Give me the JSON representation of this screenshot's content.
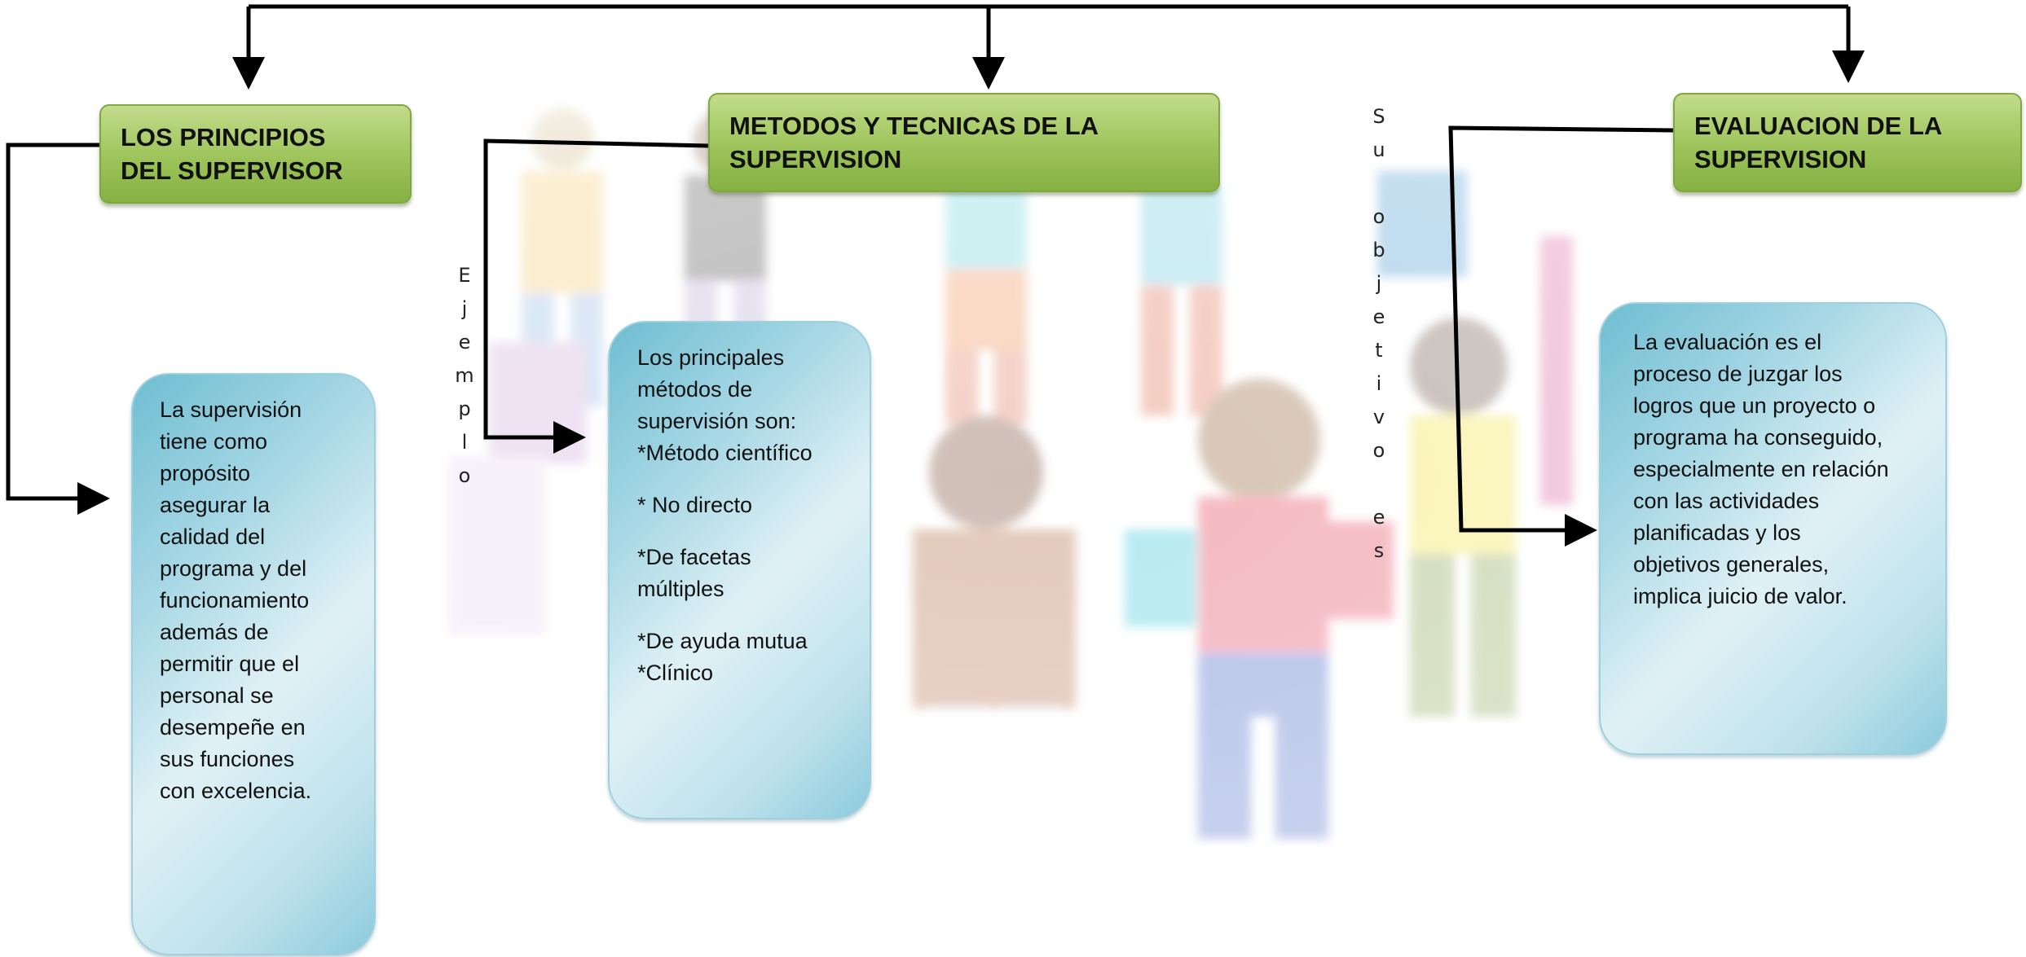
{
  "headers": [
    {
      "id": "principles",
      "title": "LOS PRINCIPIOS\nDEL SUPERVISOR"
    },
    {
      "id": "methods",
      "title": "METODOS Y TECNICAS DE LA\nSUPERVISION"
    },
    {
      "id": "evaluation",
      "title": "EVALUACION DE LA\nSUPERVISION"
    }
  ],
  "principles_box": {
    "lines": [
      "La supervisión",
      "tiene como",
      "propósito",
      "asegurar la",
      "calidad del",
      "programa y del",
      "funcionamiento",
      "además de",
      "permitir que el",
      "personal se",
      "desempeñe en",
      "sus funciones",
      "con excelencia."
    ]
  },
  "methods_box": {
    "intro_lines": [
      "Los principales",
      "métodos de",
      "supervisión son:"
    ],
    "item1": "*Método científico",
    "item2": "* No directo",
    "item3_lines": [
      "*De facetas",
      "múltiples"
    ],
    "item4": "*De ayuda mutua",
    "item5": "*Clínico"
  },
  "evaluation_box": {
    "lines": [
      "La evaluación es el",
      "proceso de juzgar los",
      "logros que un proyecto o",
      "programa ha conseguido,",
      "especialmente en relación",
      "con las actividades",
      "planificadas y los",
      "objetivos generales,",
      "implica juicio de valor."
    ]
  },
  "connector_labels": {
    "ejemplo": [
      "E",
      "j",
      "e",
      "m",
      "p",
      "l",
      "o"
    ],
    "su_objetivos": [
      "S",
      "u",
      "",
      "o",
      "b",
      "j",
      "e",
      "t",
      "i",
      "v",
      "o",
      "",
      "e",
      "s"
    ]
  },
  "colors": {
    "header_green": "#9dc45a",
    "box_blue": "#8ccbdc",
    "connector": "#000000"
  },
  "background_image": "children-holding-hands-figures"
}
